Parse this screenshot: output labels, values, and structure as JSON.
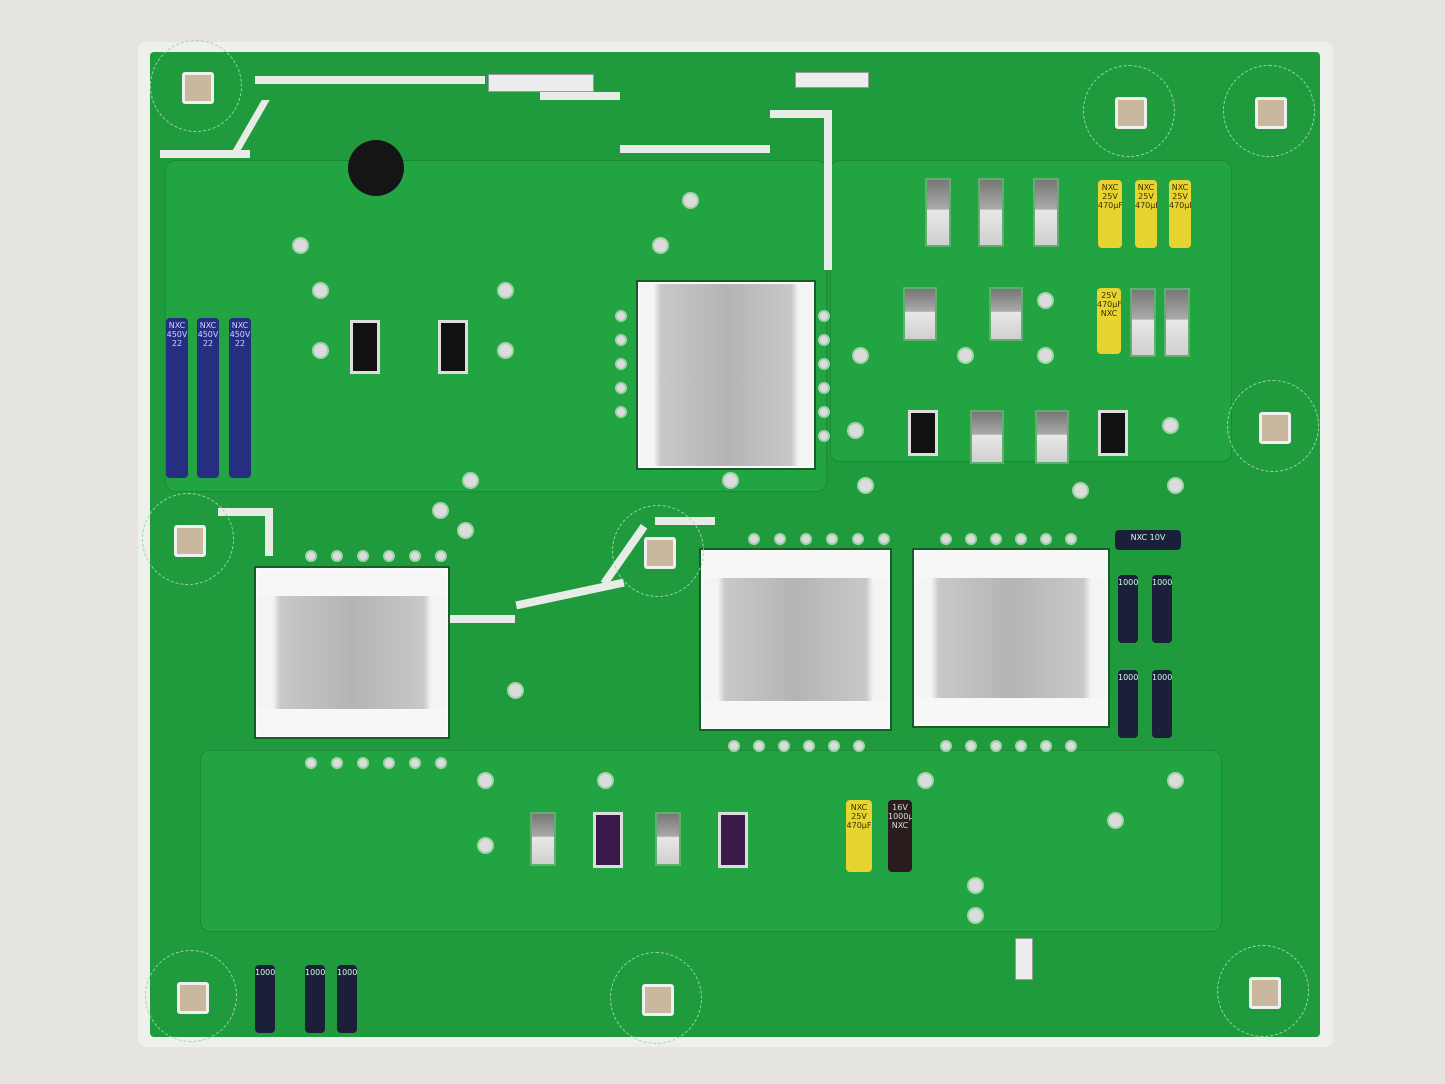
{
  "colors": {
    "board": "#1f9a3c",
    "trace": "#e8ece6",
    "shield": "#b4b4b4",
    "background": "#e6e4e1"
  },
  "capacitors": {
    "yellow": {
      "brand": "NXC",
      "voltage": "25V",
      "capacitance": "470µF"
    },
    "black": {
      "brand": "NXC",
      "voltage": "16V",
      "capacitance": "1000µF"
    },
    "blue": {
      "brand": "NXC",
      "voltage": "450V",
      "capacitance": "22"
    },
    "small": {
      "brand": "NXC",
      "voltage": "10V",
      "capacitance": "1000"
    }
  }
}
